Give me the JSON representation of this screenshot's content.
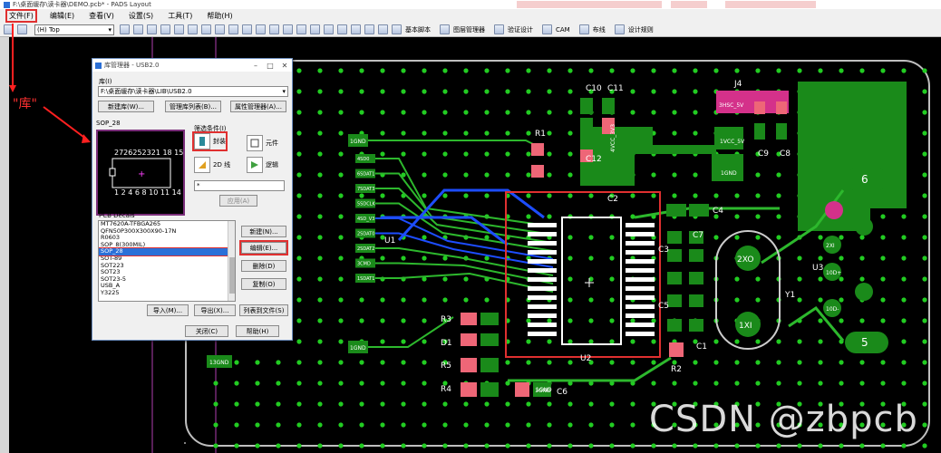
{
  "window": {
    "title": "F:\\桌面缓存\\读卡器\\DEMO.pcb* - PADS Layout"
  },
  "menu": {
    "file": "文件(F)",
    "edit": "编辑(E)",
    "view": "查看(V)",
    "setup": "设置(S)",
    "tools": "工具(T)",
    "help": "帮助(H)"
  },
  "toolbar": {
    "layer": "(H) Top",
    "basic_script": "基本脚本",
    "drawing_manager": "图层管理器",
    "verify_design": "验证设计",
    "cam": "CAM",
    "route": "布线",
    "design_rules": "设计规则"
  },
  "annotation": {
    "lib": "\"库\""
  },
  "dialog": {
    "title": "库管理器 - USB2.0",
    "library_label": "库(I)",
    "library_value": "F:\\桌面缓存\\读卡器\\LIB\\USB2.0",
    "btn_new_lib": "新建库(W)...",
    "btn_manage_list": "管理库列表(B)...",
    "btn_attr_mgr": "属性管理器(A)...",
    "preview_name": "SOP_28",
    "filter_label": "筛选条件(I)",
    "filter_decal": "封装",
    "filter_part": "元件",
    "filter_2d": "2D 线",
    "filter_logic": "逻辑",
    "filter_text": "*",
    "btn_apply": "应用(A)",
    "list_label": "PCB Decals",
    "decals": [
      "MT7620A-TFBGA265",
      "QFN50P300X300X90-17N",
      "R0603",
      "SOP_8(300MIL)",
      "SOP_28",
      "SOT-89",
      "SOT223",
      "SOT23",
      "SOT23-5",
      "USB_A",
      "Y3225"
    ],
    "selected_decal": "SOP_28",
    "btn_new": "新建(N)...",
    "btn_edit": "编辑(E)...",
    "btn_delete": "删除(D)",
    "btn_copy": "复制(O)",
    "btn_import": "导入(M)...",
    "btn_export": "导出(X)...",
    "btn_list_to_file": "列表到文件(S)",
    "btn_close": "关闭(C)",
    "btn_help": "帮助(H)"
  },
  "pcb": {
    "refs": [
      "R1",
      "C10",
      "C11",
      "C12",
      "C9",
      "C8",
      "J4",
      "C2",
      "C4",
      "C7",
      "C3",
      "C5",
      "C1",
      "C6",
      "U1",
      "U2",
      "U3",
      "Y1",
      "R2",
      "R3",
      "R4",
      "R5",
      "D1"
    ],
    "net_labels": [
      "1GND",
      "1GND",
      "13GND",
      "1GND",
      "1GND",
      "2XO",
      "1XI",
      "2XI",
      "4VCC_3V3",
      "1VCC_5V",
      "3HSC_5V"
    ],
    "connector_pads": [
      "6",
      "5"
    ],
    "trace_labels": [
      "4SD0",
      "6SDAT1",
      "7SDAT3",
      "5SDCLK",
      "4SD_V3",
      "2SDAT0",
      "2SDAT2",
      "3CMD",
      "1SDAT1"
    ],
    "pad_small": [
      "10D+",
      "10D-",
      "1GND"
    ]
  },
  "watermark": "CSDN @zbpcb",
  "colors": {
    "board_bg": "#000000",
    "copper": "#1a8a1a",
    "via": "#22cc22",
    "pad_red": "#ee6677",
    "trace_blue": "#1d4dff",
    "trace_green": "#2db82d",
    "highlight": "#e03030",
    "outline": "#bfbfbf",
    "magenta": "#d4318a"
  }
}
